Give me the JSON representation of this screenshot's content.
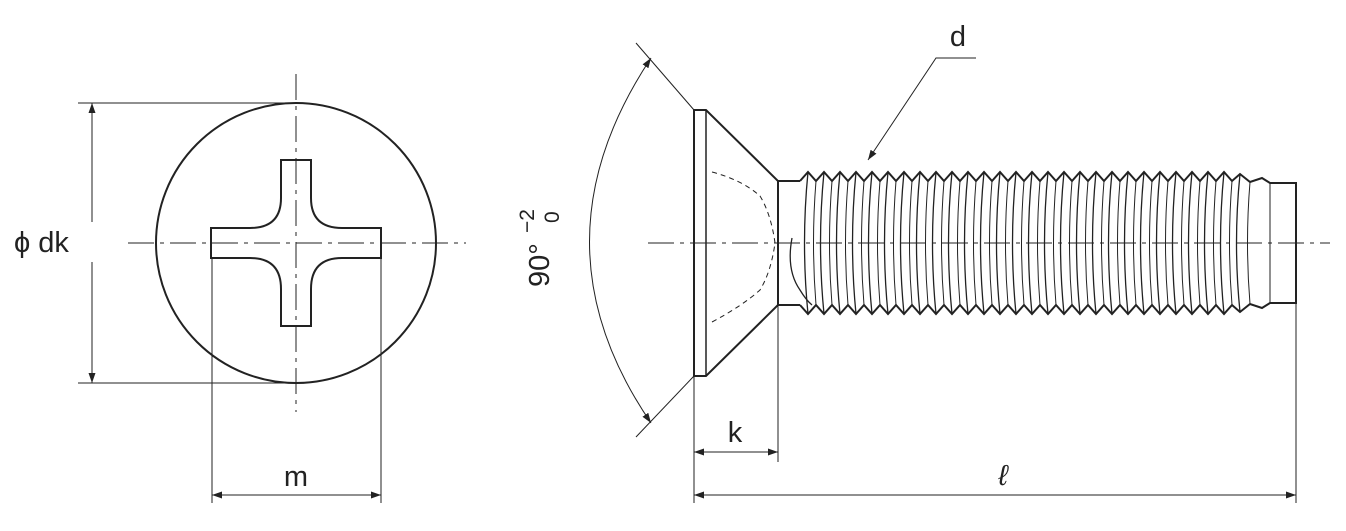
{
  "labels": {
    "dk": "ϕ dk",
    "m": "m",
    "d": "d",
    "k": "k",
    "l": "ℓ",
    "angle_main": "90°",
    "angle_tol_upper": "−2",
    "angle_tol_lower": "0"
  },
  "colors": {
    "line": "#222222",
    "background": "#ffffff"
  }
}
